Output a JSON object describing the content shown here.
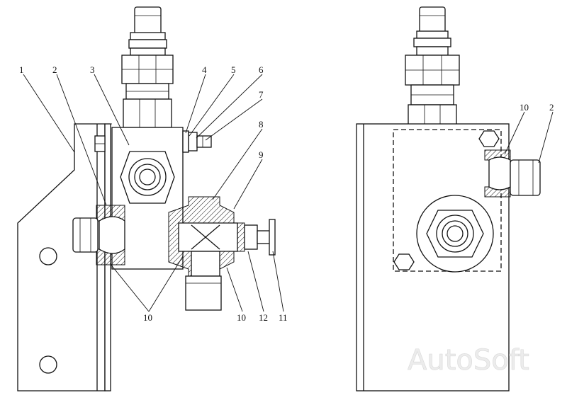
{
  "callouts": {
    "c1": "1",
    "c2": "2",
    "c3": "3",
    "c4": "4",
    "c5": "5",
    "c6": "6",
    "c7": "7",
    "c8": "8",
    "c9": "9",
    "c10a": "10",
    "c10b": "10",
    "c11": "11",
    "c12": "12",
    "c10r": "10",
    "c2r": "2"
  },
  "watermark": "AutoSoft"
}
